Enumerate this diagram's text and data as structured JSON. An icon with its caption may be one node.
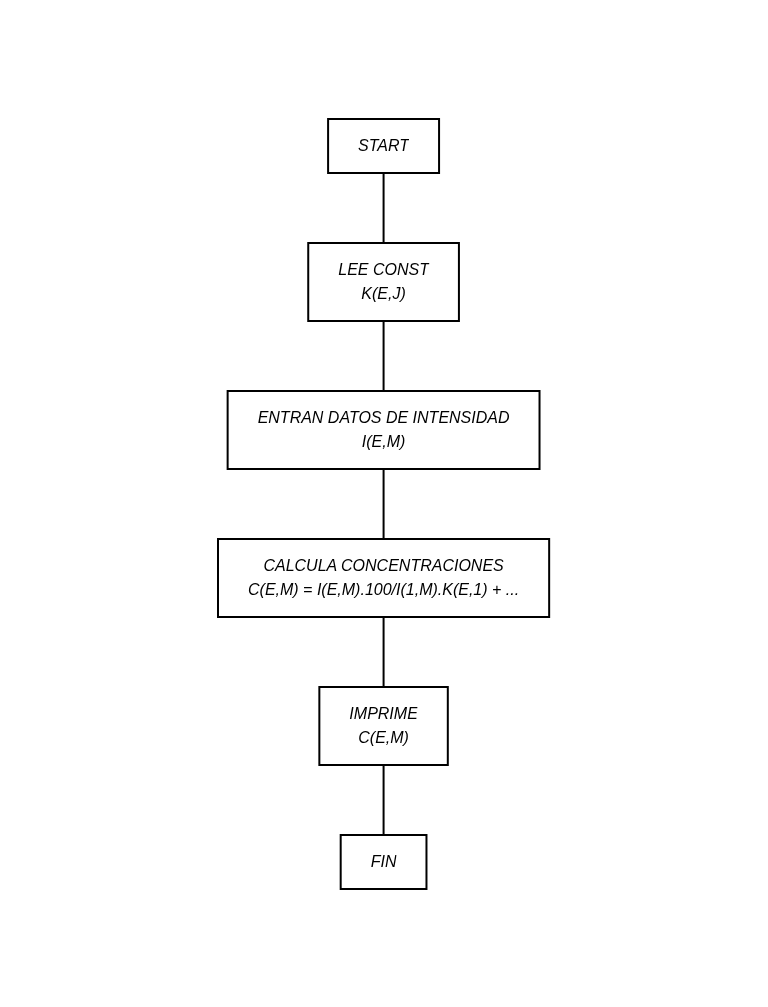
{
  "diagram": {
    "nodes": [
      {
        "text": [
          "START"
        ]
      },
      {
        "text": [
          "LEE CONST",
          "K(E,J)"
        ]
      },
      {
        "text": [
          "ENTRAN DATOS DE INTENSIDAD",
          "I(E,M)"
        ]
      },
      {
        "text": [
          "CALCULA CONCENTRACIONES",
          "C(E,M) = I(E,M).100/I(1,M).K(E,1) + ..."
        ]
      },
      {
        "text": [
          "IMPRIME",
          "C(E,M)"
        ]
      },
      {
        "text": [
          "FIN"
        ]
      }
    ],
    "edges": [
      {
        "from": 0,
        "to": 1,
        "arrow": "none"
      },
      {
        "from": 1,
        "to": 2,
        "arrow": "none"
      },
      {
        "from": 2,
        "to": 3,
        "arrow": "none"
      },
      {
        "from": 3,
        "to": 4,
        "arrow": "none"
      },
      {
        "from": 4,
        "to": 5,
        "arrow": "none"
      }
    ]
  }
}
